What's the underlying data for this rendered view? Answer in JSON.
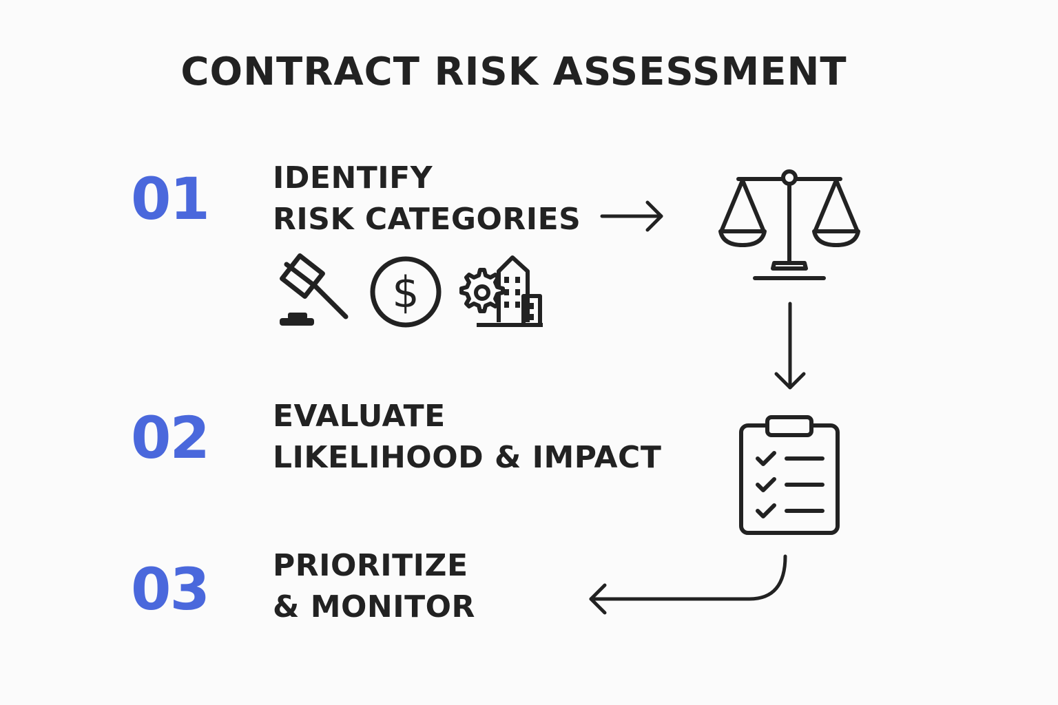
{
  "title": "CONTRACT RISK ASSESSMENT",
  "colors": {
    "accent": "#4a68dc",
    "ink": "#222222",
    "background": "#fbfbfb"
  },
  "steps": [
    {
      "number": "01",
      "line1": "IDENTIFY",
      "line2": "RISK CATEGORIES"
    },
    {
      "number": "02",
      "line1": "EVALUATE",
      "line2": "LIKELIHOOD & IMPACT"
    },
    {
      "number": "03",
      "line1": "PRIORITIZE",
      "line2": "& MONITOR"
    }
  ],
  "category_icons": [
    "gavel-icon",
    "dollar-icon",
    "gear-building-icon"
  ],
  "flow_icons": [
    "scales-icon",
    "clipboard-checklist-icon"
  ],
  "currency_symbol": "$"
}
